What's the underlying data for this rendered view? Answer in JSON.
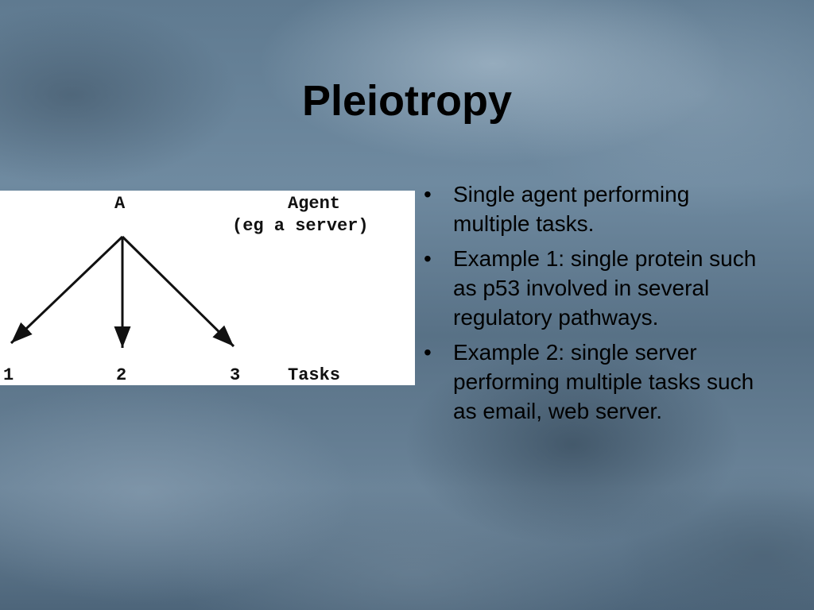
{
  "slide": {
    "title": "Pleiotropy",
    "diagram": {
      "source_label": "A",
      "agent_label": "Agent",
      "agent_sublabel": "(eg a server)",
      "task_labels": [
        "1",
        "2",
        "3"
      ],
      "tasks_label": "Tasks"
    },
    "bullets": [
      "Single agent performing multiple tasks.",
      "Example 1: single protein such as p53 involved in several regulatory pathways.",
      "Example 2: single server performing multiple tasks such as email, web server."
    ],
    "bullet_symbol": "•"
  }
}
